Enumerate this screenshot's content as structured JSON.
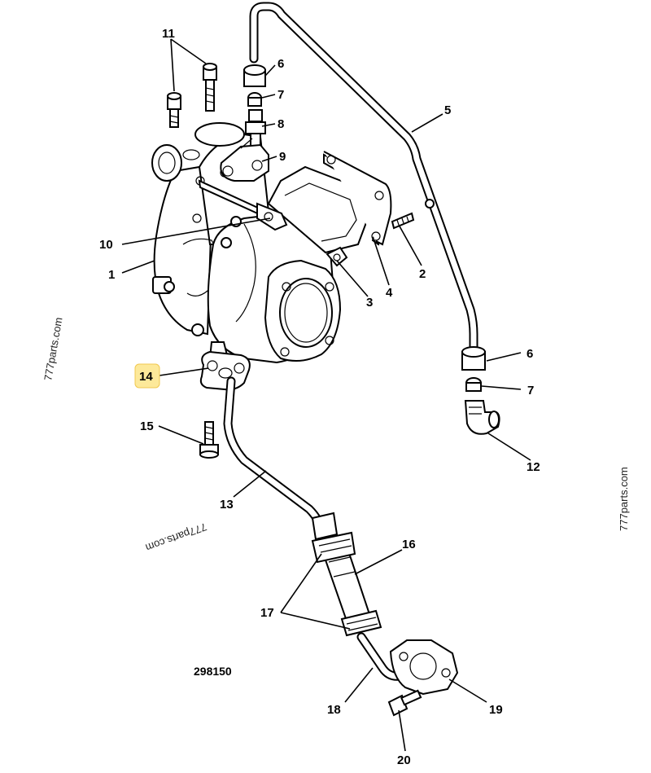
{
  "callouts": [
    {
      "id": "n1",
      "text": "1"
    },
    {
      "id": "n2",
      "text": "2"
    },
    {
      "id": "n3",
      "text": "3"
    },
    {
      "id": "n4",
      "text": "4"
    },
    {
      "id": "n5",
      "text": "5"
    },
    {
      "id": "n6a",
      "text": "6"
    },
    {
      "id": "n6b",
      "text": "6"
    },
    {
      "id": "n7a",
      "text": "7"
    },
    {
      "id": "n7b",
      "text": "7"
    },
    {
      "id": "n8",
      "text": "8"
    },
    {
      "id": "n9",
      "text": "9"
    },
    {
      "id": "n10",
      "text": "10"
    },
    {
      "id": "n11",
      "text": "11"
    },
    {
      "id": "n12",
      "text": "12"
    },
    {
      "id": "n13",
      "text": "13"
    },
    {
      "id": "n14",
      "text": "14",
      "highlighted": true
    },
    {
      "id": "n15",
      "text": "15"
    },
    {
      "id": "n16",
      "text": "16"
    },
    {
      "id": "n17",
      "text": "17"
    },
    {
      "id": "n18",
      "text": "18"
    },
    {
      "id": "n19",
      "text": "19"
    },
    {
      "id": "n20",
      "text": "20"
    }
  ],
  "reference_number": "298150",
  "watermarks": [
    "777parts.com",
    "777parts.com",
    "777parts.com"
  ],
  "highlight_color": "#fde99a"
}
